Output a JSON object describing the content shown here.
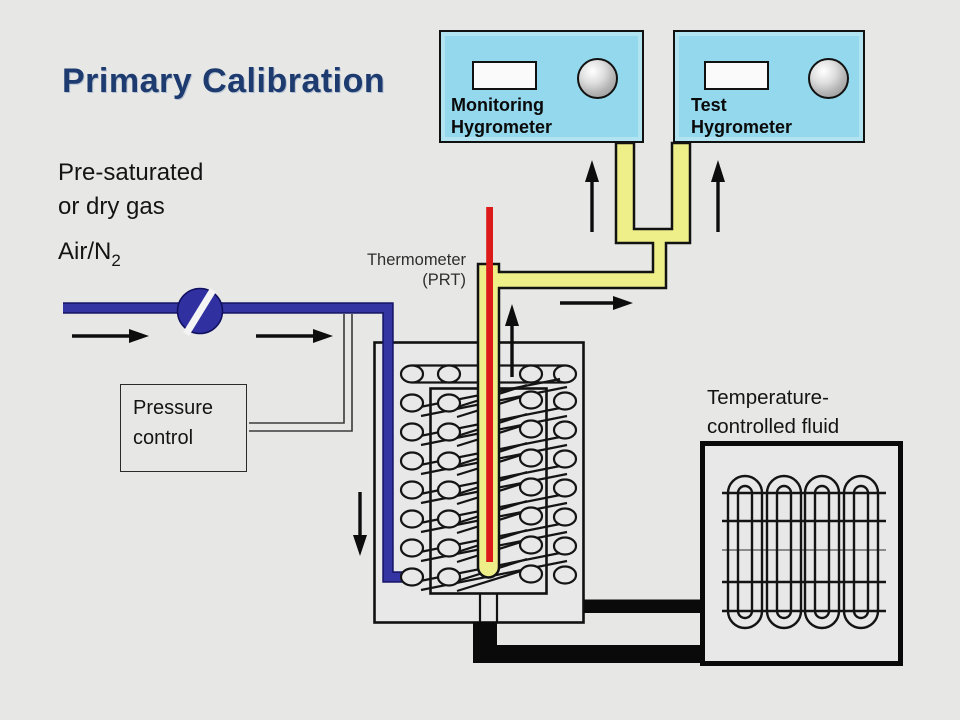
{
  "slide": {
    "title": "Primary Calibration"
  },
  "labels": {
    "gas_source_line1": "Pre-saturated",
    "gas_source_line2": "or dry gas",
    "gas_type_main": "Air/N",
    "gas_type_sub": "2",
    "thermometer_line1": "Thermometer",
    "thermometer_line2": "(PRT)",
    "pressure_line1": "Pressure",
    "pressure_line2": "control",
    "fluid_line1": "Temperature-",
    "fluid_line2": "controlled fluid"
  },
  "devices": {
    "monitoring_hygrometer": {
      "line1": "Monitoring",
      "line2": "Hygrometer"
    },
    "test_hygrometer": {
      "line1": "Test",
      "line2": "Hygrometer"
    }
  },
  "icons": {
    "valve": "rotary-valve-circle-with-slash",
    "knob": "round-control-knob",
    "display": "rectangular-readout-window",
    "arrow": "flow-direction-arrow"
  },
  "colors": {
    "background": "#E7E8E6",
    "title": "#1E3B70",
    "hygrometer_body": "#93D8EC",
    "tube_yellow": "#EFEF8A",
    "gas_pipe_blue": "#32329E",
    "thermometer_red": "#DC1A1A",
    "pipe_black": "#0A0A0A",
    "line_black": "#141414"
  }
}
